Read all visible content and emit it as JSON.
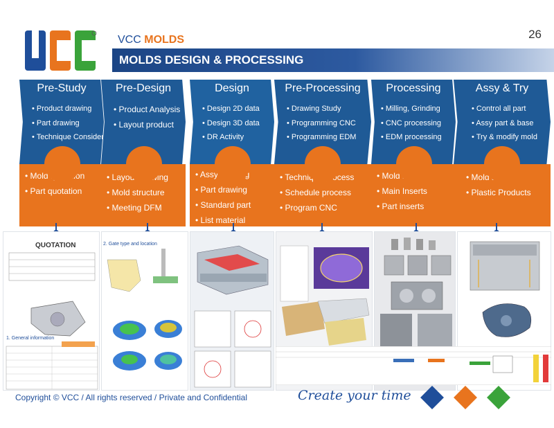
{
  "brand": {
    "name_part1": "VCC",
    "name_part2": "MOLDS"
  },
  "page_number": "26",
  "title": "MOLDS DESIGN & PROCESSING",
  "colors": {
    "blue": "#1f5a96",
    "orange": "#e8741e",
    "green": "#3aa33a"
  },
  "stages": [
    {
      "name": "Pre-Study",
      "top_items": [
        "Product drawing",
        "Part drawing",
        "Technique Consider"
      ],
      "bottom_items": [
        "Mold quotation",
        "Part quotation"
      ]
    },
    {
      "name": "Pre-Design",
      "top_items": [
        "Product Analysis",
        "Layout product"
      ],
      "bottom_items": [
        "Layout drawing",
        "Mold structure",
        "Meeting DFM"
      ]
    },
    {
      "name": "Design",
      "top_items": [
        "Design 2D data",
        "Design 3D data",
        "DR Activity"
      ],
      "bottom_items": [
        "Assy drawing",
        "Part drawing",
        "Standard part",
        "List material"
      ]
    },
    {
      "name": "Pre-Processing",
      "top_items": [
        "Drawing Study",
        "Programming CNC",
        "Programming EDM"
      ],
      "bottom_items": [
        "Technique process",
        "Schedule process",
        "Program CNC"
      ]
    },
    {
      "name": "Processing",
      "top_items": [
        "Milling, Grinding",
        "CNC processing",
        "EDM processing"
      ],
      "bottom_items": [
        "Mold Base",
        "Main Inserts",
        "Part inserts"
      ]
    },
    {
      "name": "Assy & Try",
      "top_items": [
        "Control all part",
        "Assy part & base",
        "Try & modify mold"
      ],
      "bottom_items": [
        "Mold set",
        "Plastic Products"
      ]
    }
  ],
  "panels": {
    "quotation_title": "QUOTATION",
    "general_info": "1. General information",
    "gate_type": "2. Gate type and location"
  },
  "footer": {
    "copyright": "Copyright © VCC / All rights reserved / Private and Confidential",
    "slogan": "Create your time"
  }
}
